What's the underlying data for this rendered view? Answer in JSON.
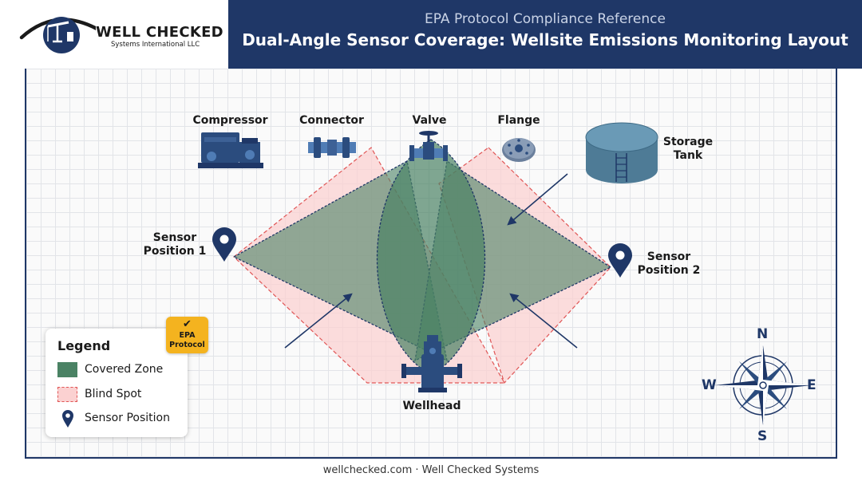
{
  "brand": {
    "name": "WELL CHECKED",
    "subtitle": "Systems International LLC"
  },
  "header": {
    "kicker": "EPA Protocol Compliance Reference",
    "title": "Dual-Angle Sensor Coverage: Wellsite Emissions Monitoring Layout"
  },
  "equipment": {
    "compressor": "Compressor",
    "connector": "Connector",
    "valve": "Valve",
    "flange": "Flange",
    "storage_tank": [
      "Storage",
      "Tank"
    ],
    "wellhead": "Wellhead"
  },
  "sensors": {
    "position_1": [
      "Sensor",
      "Position 1"
    ],
    "position_2": [
      "Sensor",
      "Position 2"
    ]
  },
  "legend": {
    "title": "Legend",
    "covered_zone": "Covered Zone",
    "blind_spot": "Blind Spot",
    "sensor_position": "Sensor Position"
  },
  "badge": {
    "line1": "EPA",
    "line2": "Protocol"
  },
  "compass": {
    "n": "N",
    "s": "S",
    "e": "E",
    "w": "W"
  },
  "footer": "wellchecked.com · Well Checked Systems",
  "colors": {
    "navy": "#1f3767",
    "covered": "#4a8264",
    "blind_fill": "#fbd1d1",
    "blind_stroke": "#e05555",
    "badge": "#f4b31f"
  },
  "icons": [
    "well-checked-logo",
    "pump-jack-icon",
    "compressor-icon",
    "connector-icon",
    "valve-icon",
    "flange-icon",
    "storage-tank-icon",
    "wellhead-icon",
    "map-pin-icon",
    "compass-rose-icon",
    "checkmark-icon"
  ]
}
